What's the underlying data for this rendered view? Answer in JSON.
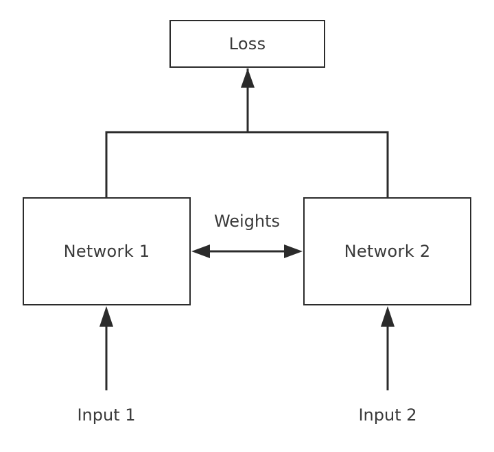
{
  "diagram": {
    "nodes": {
      "loss": "Loss",
      "network_1": "Network 1",
      "network_2": "Network 2"
    },
    "edge_labels": {
      "shared": "Weights"
    },
    "inputs": {
      "input_1": "Input 1",
      "input_2": "Input 2"
    },
    "colors": {
      "line": "#2b2b2b",
      "text": "#3a3a3a",
      "background": "#ffffff"
    }
  }
}
